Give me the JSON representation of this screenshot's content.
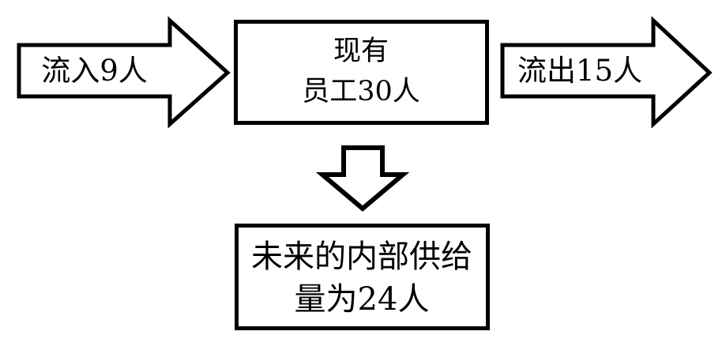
{
  "diagram": {
    "type": "block-flow-diagram",
    "background_color": "#ffffff",
    "line_color": "#000000",
    "nodes": {
      "inflow_arrow": {
        "icon": "right-block-arrow-icon",
        "label": "流入9人",
        "direction": "right"
      },
      "current_box": {
        "line1": "现有",
        "line2": "员工30人"
      },
      "outflow_arrow": {
        "icon": "right-block-arrow-icon",
        "label": "流出15人",
        "direction": "right"
      },
      "down_arrow": {
        "icon": "down-block-arrow-icon",
        "label": "",
        "direction": "down"
      },
      "result_box": {
        "line1": "未来的内部供给",
        "line2": "量为24人"
      }
    }
  }
}
